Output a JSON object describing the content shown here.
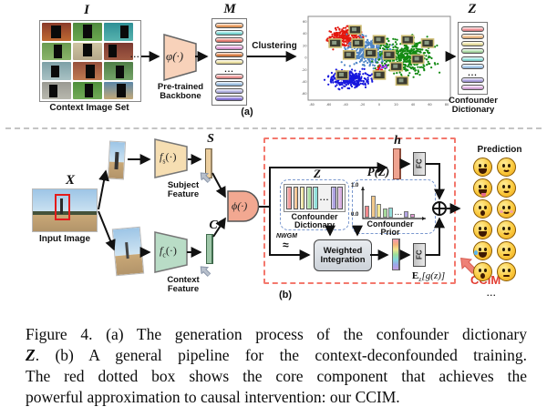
{
  "figure": {
    "ellipsis": "...",
    "part_a_label": "(a)",
    "part_b_label": "(b)",
    "a": {
      "input_label": "I",
      "input_caption": "Context Image Set",
      "backbone_symbol": "φ(·)",
      "backbone_caption_1": "Pre-trained",
      "backbone_caption_2": "Backbone",
      "features_label": "M",
      "clustering_label": "Clustering",
      "dict_label": "Z",
      "dict_caption_1": "Confounder",
      "dict_caption_2": "Dictionary",
      "m_bar_colors_top": [
        "#f0a060",
        "#80e0dc",
        "#ee8478",
        "#eaa6e0",
        "#e08448",
        "#f0e4a4"
      ],
      "m_bar_colors_bottom": [
        "#f29898",
        "#a4c8ec",
        "#b8b8e8",
        "#8e7ce0"
      ],
      "z_bar_colors_top": [
        "#f49499",
        "#f4c08a",
        "#f1e8a6",
        "#b2e2ac",
        "#8ce2dc",
        "#a6cbee"
      ],
      "z_bar_colors_bottom": [
        "#b0a6e6",
        "#e0b0e4"
      ],
      "context_tiles": [
        {
          "c1": "#8a3b2a",
          "c2": "#c06a32",
          "mask": [
            30,
            15,
            35,
            70
          ]
        },
        {
          "c1": "#4f8a3f",
          "c2": "#6aa84f",
          "mask": [
            35,
            10,
            30,
            75
          ]
        },
        {
          "c1": "#2e8f96",
          "c2": "#57b3ae",
          "mask": [
            55,
            15,
            30,
            70
          ]
        },
        {
          "c1": "#6a9a50",
          "c2": "#8ab46a",
          "mask": [
            40,
            15,
            28,
            75
          ]
        },
        {
          "c1": "#cfc4a2",
          "c2": "#b5a88a",
          "mask": [
            35,
            10,
            30,
            70
          ]
        },
        {
          "c1": "#7c3a32",
          "c2": "#a05a42",
          "mask": [
            15,
            15,
            30,
            70
          ]
        },
        {
          "c1": "#7da0a6",
          "c2": "#a9c2c4",
          "mask": [
            30,
            20,
            28,
            65
          ]
        },
        {
          "c1": "#96503c",
          "c2": "#c07a50",
          "mask": [
            45,
            15,
            30,
            75
          ]
        },
        {
          "c1": "#4e7e46",
          "c2": "#76a469",
          "mask": [
            40,
            20,
            30,
            70
          ]
        },
        {
          "c1": "#9a9a92",
          "c2": "#b8b8ae",
          "mask": [
            25,
            20,
            28,
            70
          ]
        },
        {
          "c1": "#4f8f3b",
          "c2": "#72ab58",
          "mask": [
            40,
            15,
            28,
            75
          ]
        },
        {
          "c1": "#5b87a8",
          "c2": "#c2a878",
          "mask": [
            45,
            15,
            30,
            75
          ]
        }
      ]
    },
    "scatter": {
      "clusters": [
        {
          "name": "cluster-red",
          "color": "#e3170d",
          "cx": 0.26,
          "cy": 0.24,
          "rx": 0.14,
          "ry": 0.13,
          "n": 260
        },
        {
          "name": "cluster-lightblue",
          "color": "#4f86c6",
          "cx": 0.42,
          "cy": 0.42,
          "rx": 0.17,
          "ry": 0.19,
          "n": 380
        },
        {
          "name": "cluster-green",
          "color": "#138a13",
          "cx": 0.68,
          "cy": 0.47,
          "rx": 0.21,
          "ry": 0.23,
          "n": 520
        },
        {
          "name": "cluster-blue",
          "color": "#1616dd",
          "cx": 0.29,
          "cy": 0.75,
          "rx": 0.15,
          "ry": 0.12,
          "n": 300
        },
        {
          "name": "specks-red",
          "color": "#e3170d",
          "cx": 0.5,
          "cy": 0.63,
          "rx": 0.03,
          "ry": 0.05,
          "n": 16
        },
        {
          "name": "specks-purple",
          "color": "#8a2be2",
          "cx": 0.53,
          "cy": 0.6,
          "rx": 0.03,
          "ry": 0.03,
          "n": 10
        }
      ],
      "thumbs": [
        [
          0.33,
          0.16
        ],
        [
          0.19,
          0.32
        ],
        [
          0.35,
          0.32
        ],
        [
          0.5,
          0.28
        ],
        [
          0.29,
          0.46
        ],
        [
          0.44,
          0.44
        ],
        [
          0.57,
          0.46
        ],
        [
          0.7,
          0.28
        ],
        [
          0.84,
          0.32
        ],
        [
          0.77,
          0.51
        ],
        [
          0.62,
          0.6
        ],
        [
          0.5,
          0.7
        ],
        [
          0.24,
          0.7
        ],
        [
          0.66,
          0.77
        ]
      ],
      "ticks_y": [
        "60",
        "40",
        "20",
        "0",
        "-20",
        "-40",
        "-60"
      ],
      "ticks_x": [
        "-80",
        "-60",
        "-40",
        "-20",
        "0",
        "20",
        "40",
        "60",
        "80"
      ]
    },
    "b": {
      "input_label": "X",
      "input_caption": "Input Image",
      "fs_f": "f",
      "fs_sub": "s",
      "fs_args": "(·)",
      "fc_f": "f",
      "fc_sub": "c",
      "fc_args": "(·)",
      "subject_caption": "Subject Feature",
      "context_caption": "Context Feature",
      "s_label": "S",
      "c_label": "C",
      "phi_symbol": "ϕ(·)",
      "h_label": "h",
      "fc_layer_label": "FC",
      "z_label": "Z",
      "pz_label": "P(Z)",
      "confounder_dict_1": "Confounder",
      "confounder_dict_2": "Dictionary",
      "confounder_prior_1": "Confounder",
      "confounder_prior_2": "Prior",
      "prior_ymax": "1.0",
      "prior_ymin": "0.0",
      "nwgm": "NWGM",
      "approx": "≈",
      "wi_1": "Weighted",
      "wi_2": "Integration",
      "expectation_E": "E",
      "expectation_sub": "z",
      "expectation_rest": "[g(z)]",
      "ccim_label": "CCIM",
      "ccim_color": "#e23b30",
      "prediction_label": "Prediction",
      "zb_bar_colors_top": [
        "#f29a9a",
        "#f2be88",
        "#efe49e",
        "#aadda2",
        "#8fdfd9"
      ],
      "zb_bar_colors_bottom": [
        "#ab9fe0",
        "#d8aee2"
      ],
      "prior_bars_top": [
        {
          "color": "#f0898c",
          "h": 13
        },
        {
          "color": "#f3c98b",
          "h": 24
        },
        {
          "color": "#f1e493",
          "h": 15
        },
        {
          "color": "#a6d99a",
          "h": 10
        },
        {
          "color": "#92dcd8",
          "h": 11
        }
      ],
      "prior_bars_bottom": [
        {
          "color": "#b2a4e2",
          "h": 7
        },
        {
          "color": "#e59ad6",
          "h": 4
        }
      ],
      "emojis": [
        {
          "name": "grinning-face",
          "mouth": "open",
          "extra": ""
        },
        {
          "name": "smiling-face",
          "mouth": "smile",
          "extra": ""
        },
        {
          "name": "tongue-out-face",
          "mouth": "open",
          "extra": "tongue"
        },
        {
          "name": "smirking-face",
          "mouth": "smile",
          "extra": ""
        },
        {
          "name": "shocked-face",
          "mouth": "o",
          "extra": ""
        },
        {
          "name": "blushing-face",
          "mouth": "smile",
          "extra": "blush"
        },
        {
          "name": "laughing-face",
          "mouth": "open",
          "extra": ""
        },
        {
          "name": "relieved-face",
          "mouth": "smile",
          "extra": ""
        },
        {
          "name": "tearful-laugh-face",
          "mouth": "open",
          "extra": "tear"
        },
        {
          "name": "neutral-face",
          "mouth": "flat",
          "extra": ""
        },
        {
          "name": "surprised-face",
          "mouth": "o",
          "extra": ""
        },
        {
          "name": "pondering-face",
          "mouth": "flat",
          "extra": ""
        }
      ]
    },
    "caption": {
      "line1": "Figure 4. (a) The generation process of the confounder dictionary",
      "line2_bold": "Z",
      "line2_rest": ". (b) A general pipeline for the context-deconfounded training.",
      "line3": "The red dotted box shows the core component that achieves the",
      "line4": "powerful approximation to causal intervention: our CCIM."
    }
  }
}
